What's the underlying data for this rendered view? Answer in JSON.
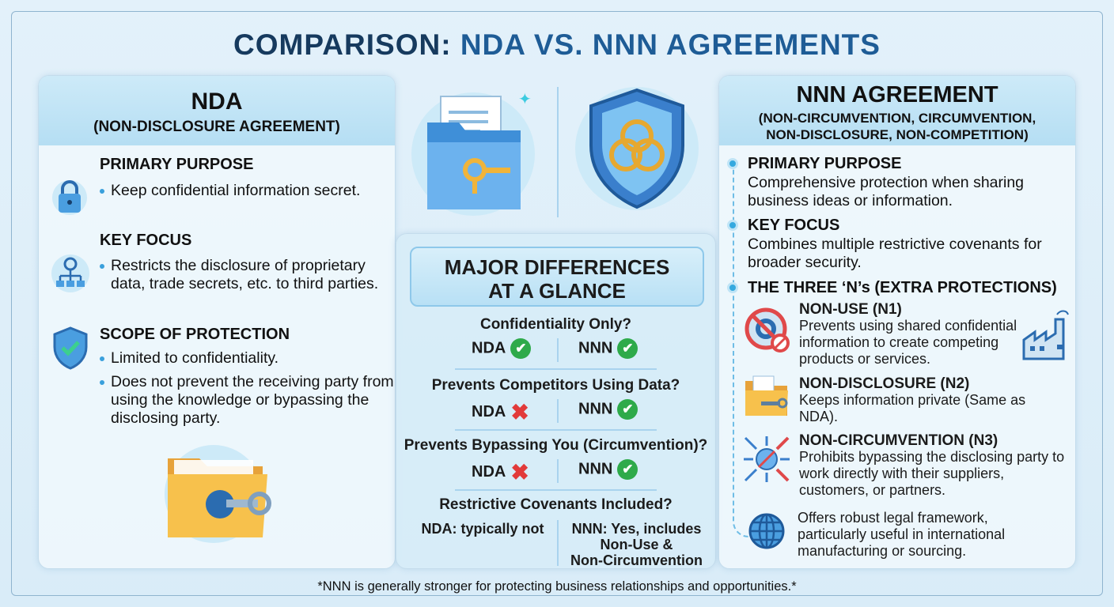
{
  "title": {
    "prefix": "COMPARISON:",
    "highlight": "NDA VS. NNN AGREEMENTS"
  },
  "nda": {
    "title": "NDA",
    "subtitle": "(NON-DISCLOSURE AGREEMENT)",
    "sections": [
      {
        "heading": "PRIMARY PURPOSE",
        "icon": "padlock-icon",
        "bullets": [
          "Keep confidential information secret."
        ]
      },
      {
        "heading": "KEY FOCUS",
        "icon": "network-gear-icon",
        "bullets": [
          "Restricts the disclosure of proprietary data, trade secrets, etc. to third parties."
        ]
      },
      {
        "heading": "SCOPE OF PROTECTION",
        "icon": "shield-check-icon",
        "bullets": [
          "Limited to confidentiality.",
          "Does not prevent the receiving party from using the knowledge or bypassing the disclosing party."
        ]
      }
    ]
  },
  "center": {
    "heading_line1": "MAJOR DIFFERENCES",
    "heading_line2": "AT A GLANCE",
    "rows": [
      {
        "question": "Confidentiality Only?",
        "nda": "NDA",
        "nda_mark": "check",
        "nnn": "NNN",
        "nnn_mark": "check"
      },
      {
        "question": "Prevents Competitors Using Data?",
        "nda": "NDA",
        "nda_mark": "cross",
        "nnn": "NNN",
        "nnn_mark": "check"
      },
      {
        "question": "Prevents Bypassing You (Circumvention)?",
        "nda": "NDA",
        "nda_mark": "cross",
        "nnn": "NNN",
        "nnn_mark": "check"
      }
    ],
    "covenants": {
      "question": "Restrictive Covenants Included?",
      "nda": "NDA: typically not",
      "nnn_line1": "NNN: Yes, includes",
      "nnn_line2": "Non-Use &",
      "nnn_line3": "Non-Circumvention"
    }
  },
  "nnn": {
    "title": "NNN AGREEMENT",
    "subtitle_lines": [
      "(NON-CIRCUMVENTION, CIRCUMVENTION,",
      "NON-DISCLOSURE, NON-COMPETITION)"
    ],
    "primary": {
      "heading": "PRIMARY PURPOSE",
      "text": "Comprehensive protection when sharing business ideas or information."
    },
    "focus": {
      "heading": "KEY FOCUS",
      "text": "Combines multiple restrictive covenants for broader security."
    },
    "three_heading": "THE THREE ‘N’s (EXTRA PROTECTIONS)",
    "items": [
      {
        "heading": "NON-USE (N1)",
        "text": "Prevents using shared confidential information to create competing products or services."
      },
      {
        "heading": "NON-DISCLOSURE (N2)",
        "text": "Keeps information private (Same as NDA)."
      },
      {
        "heading": "NON-CIRCUMVENTION (N3)",
        "text": "Prohibits bypassing the disclosing party to work directly with their suppliers, customers, or partners."
      }
    ],
    "closing": "Offers robust legal framework, particularly useful in international manufacturing or sourcing."
  },
  "footer": "*NNN is generally stronger for protecting business relationships and opportunities.*",
  "colors": {
    "navy": "#163a5e",
    "blue": "#1e5c96",
    "check": "#2eaa4a",
    "cross": "#e23a3a",
    "band": "#b5def3"
  }
}
